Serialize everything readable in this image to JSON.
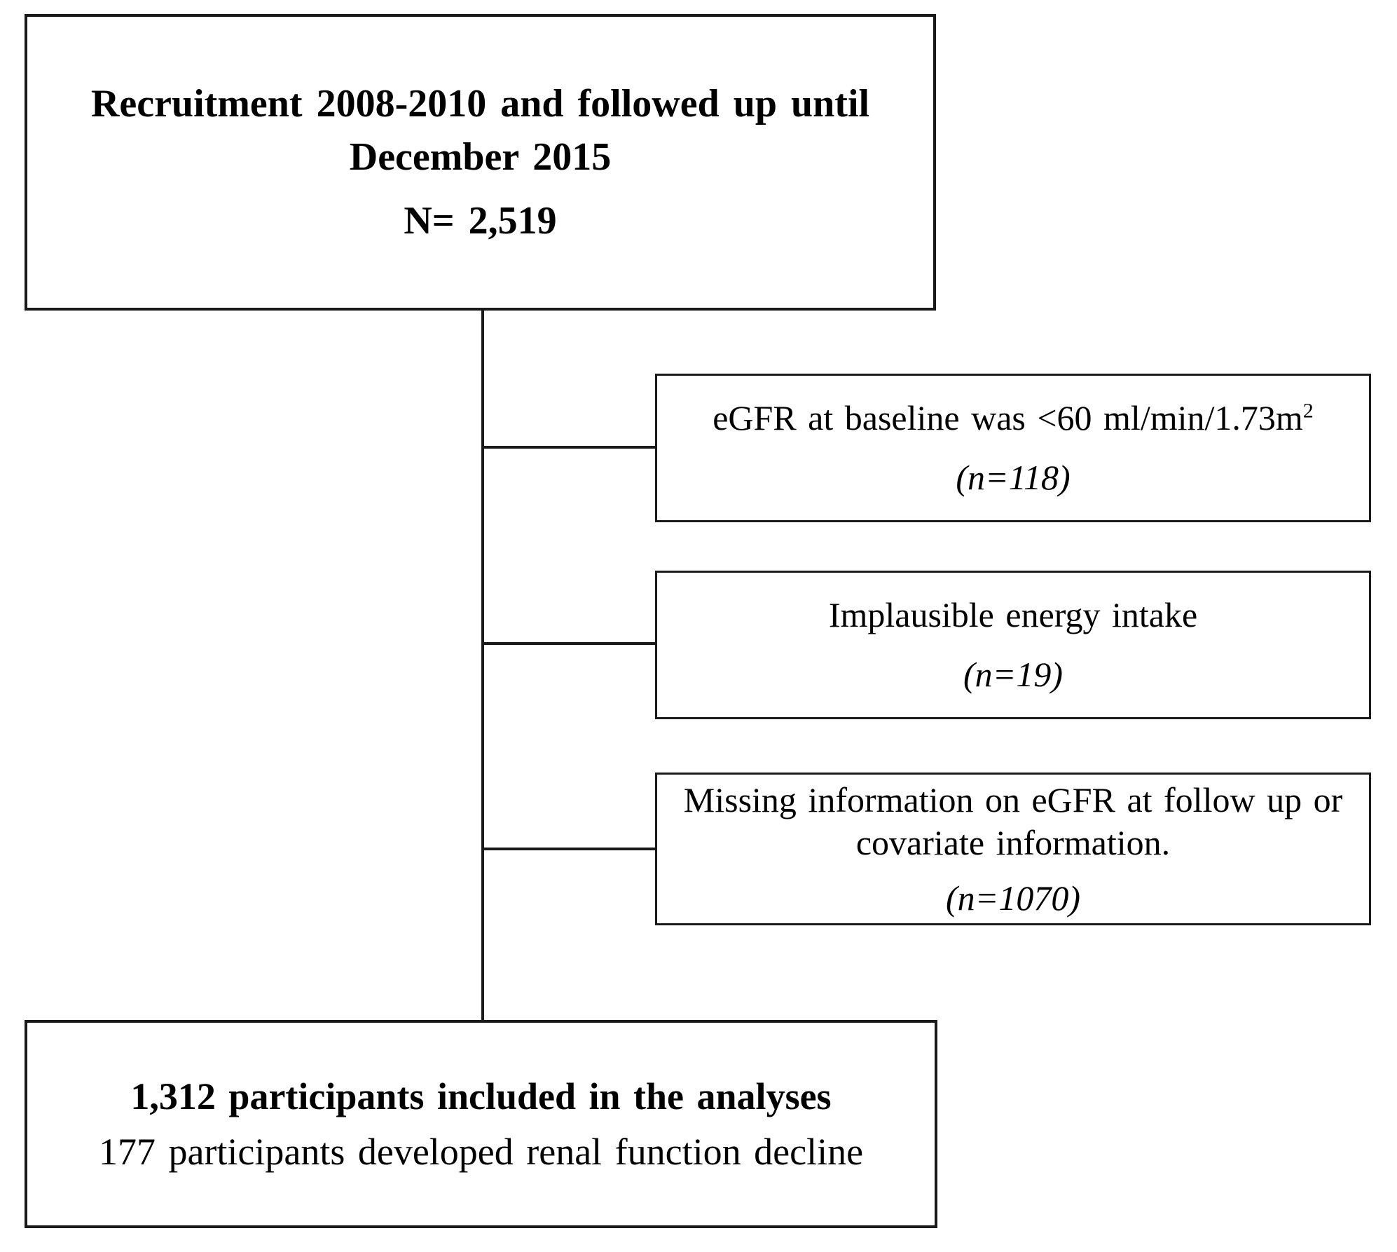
{
  "top_box": {
    "line1": "Recruitment 2008-2010 and followed up until",
    "line2": "December 2015",
    "n": "N= 2,519"
  },
  "exclusions": [
    {
      "text": "eGFR at baseline was <60 ml/min/1.73m",
      "sup": "2",
      "n": "(n=118)"
    },
    {
      "text": "Implausible energy intake",
      "n": "(n=19)"
    },
    {
      "text": "Missing information on eGFR at follow up or covariate information.",
      "n": "(n=1070)"
    }
  ],
  "bottom_box": {
    "line1": "1,312 participants included in the analyses",
    "line2": "177 participants developed renal function decline"
  },
  "colors": {
    "line": "#1a1a1a",
    "text": "#000000",
    "background": "#ffffff"
  }
}
